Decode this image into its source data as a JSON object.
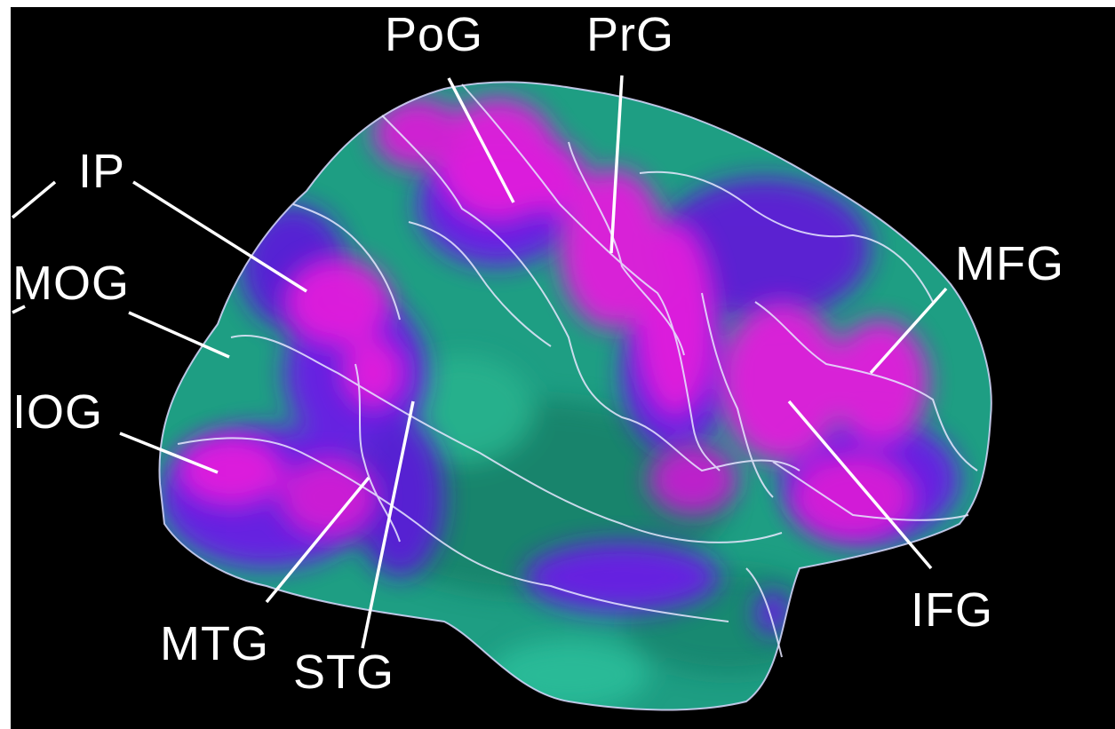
{
  "figure": {
    "labels": {
      "pog": "PoG",
      "prg": "PrG",
      "ip": "IP",
      "mog": "MOG",
      "iog": "IOG",
      "mfg": "MFG",
      "ifg": "IFG",
      "mtg": "MTG",
      "stg": "STG"
    },
    "colors": {
      "background": "#000000",
      "surface_teal": "#1e9e83",
      "activation_magenta": "#e21bdc",
      "activation_violet": "#6a1de6",
      "label_line": "#ffffff"
    }
  }
}
